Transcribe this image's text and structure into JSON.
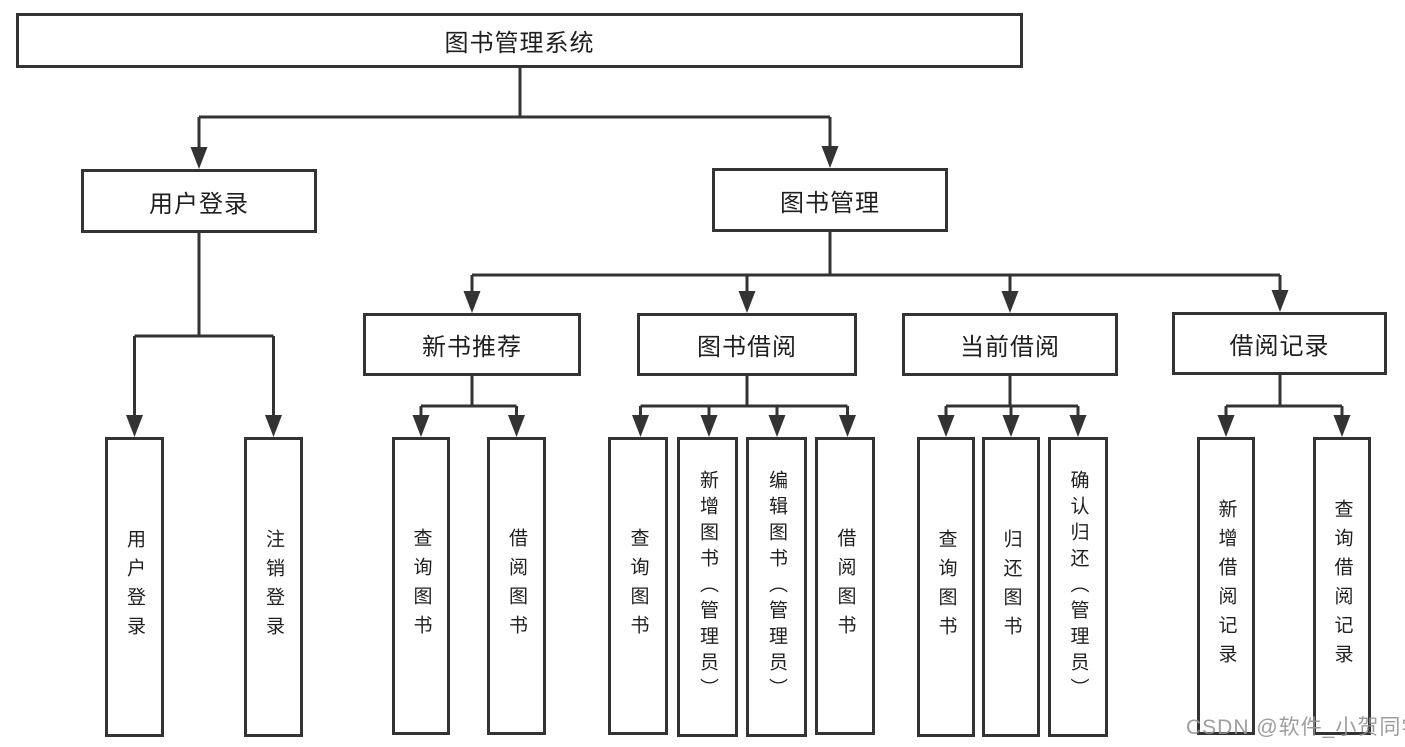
{
  "colors": {
    "line": "#333333",
    "box_border": "#333333",
    "text": "#1f1f1f",
    "background": "#ffffff",
    "watermark": "#949494"
  },
  "diagram": {
    "type": "hierarchy-tree",
    "tree": {
      "label": "图书管理系统",
      "children": [
        {
          "label": "用户登录",
          "children": [
            {
              "label": "用户登录"
            },
            {
              "label": "注销登录"
            }
          ]
        },
        {
          "label": "图书管理",
          "children": [
            {
              "label": "新书推荐",
              "children": [
                {
                  "label": "查询图书"
                },
                {
                  "label": "借阅图书"
                }
              ]
            },
            {
              "label": "图书借阅",
              "children": [
                {
                  "label": "查询图书"
                },
                {
                  "label": "新增图书（管理员）"
                },
                {
                  "label": "编辑图书（管理员）"
                },
                {
                  "label": "借阅图书"
                }
              ]
            },
            {
              "label": "当前借阅",
              "children": [
                {
                  "label": "查询图书"
                },
                {
                  "label": "归还图书"
                },
                {
                  "label": "确认归还（管理员）"
                }
              ]
            },
            {
              "label": "借阅记录",
              "children": [
                {
                  "label": "新增借阅记录"
                },
                {
                  "label": "查询借阅记录"
                }
              ]
            }
          ]
        }
      ]
    }
  },
  "watermark": {
    "text": "CSDN @软件_小贺同学"
  }
}
